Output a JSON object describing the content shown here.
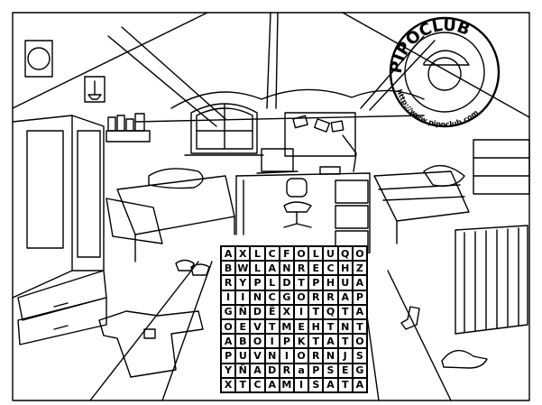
{
  "logo": {
    "title": "PIPOCLUB",
    "url": "http://www.pipoclub.com"
  },
  "word_search": {
    "rows": [
      [
        "A",
        "X",
        "L",
        "C",
        "F",
        "O",
        "L",
        "U",
        "Q",
        "O"
      ],
      [
        "B",
        "W",
        "L",
        "A",
        "N",
        "R",
        "E",
        "C",
        "H",
        "Z"
      ],
      [
        "R",
        "Y",
        "P",
        "L",
        "D",
        "T",
        "P",
        "H",
        "U",
        "A"
      ],
      [
        "I",
        "I",
        "N",
        "C",
        "G",
        "O",
        "R",
        "R",
        "A",
        "P"
      ],
      [
        "G",
        "Ñ",
        "D",
        "Ë",
        "X",
        "I",
        "T",
        "Q",
        "T",
        "A"
      ],
      [
        "O",
        "E",
        "V",
        "T",
        "M",
        "E",
        "H",
        "T",
        "N",
        "T"
      ],
      [
        "A",
        "B",
        "O",
        "I",
        "P",
        "K",
        "T",
        "A",
        "T",
        "O"
      ],
      [
        "P",
        "U",
        "V",
        "N",
        "I",
        "O",
        "R",
        "N",
        "J",
        "S"
      ],
      [
        "Y",
        "Ñ",
        "A",
        "D",
        "R",
        "a",
        "P",
        "S",
        "E",
        "G"
      ],
      [
        "X",
        "T",
        "C",
        "A",
        "M",
        "I",
        "S",
        "A",
        "T",
        "A"
      ]
    ]
  }
}
